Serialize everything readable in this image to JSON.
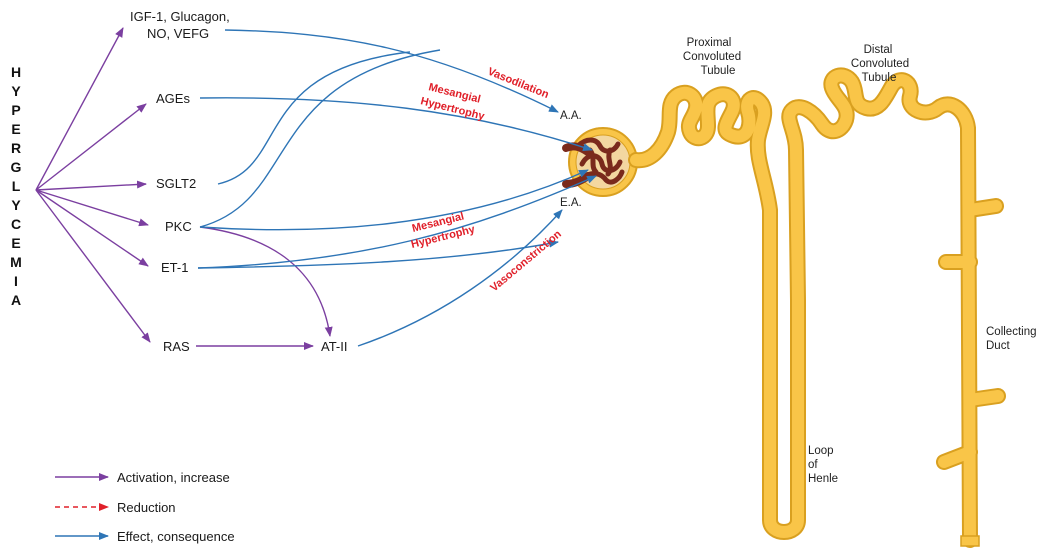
{
  "title_letters": [
    "H",
    "Y",
    "P",
    "E",
    "R",
    "G",
    "L",
    "Y",
    "C",
    "E",
    "M",
    "I",
    "A"
  ],
  "factors": {
    "igf_line1": "IGF-1, Glucagon,",
    "igf_line2": "NO, VEFG",
    "ages": "AGEs",
    "sglt2": "SGLT2",
    "pkc": "PKC",
    "et1": "ET-1",
    "ras": "RAS",
    "at2": "AT-II"
  },
  "effects": {
    "vasodilation": "Vasodilation",
    "mesangial_1_line1": "Mesangial",
    "mesangial_1_line2": "Hypertrophy",
    "mesangial_2_line1": "Mesangial",
    "mesangial_2_line2": "Hypertrophy",
    "vasoconstriction": "Vasoconstriction"
  },
  "nephron": {
    "aa": "A.A.",
    "ea": "E.A.",
    "proximal": [
      "Proximal",
      "Convoluted",
      "Tubule"
    ],
    "distal": [
      "Distal",
      "Convoluted",
      "Tubule"
    ],
    "collecting": [
      "Collecting",
      "Duct"
    ],
    "loop": [
      "Loop",
      "of",
      "Henle"
    ]
  },
  "legend": [
    {
      "label": "Activation, increase",
      "color": "#7b3fa0",
      "style": "solid"
    },
    {
      "label": "Reduction",
      "color": "#e0202a",
      "style": "dashed"
    },
    {
      "label": "Effect, consequence",
      "color": "#2e75b6",
      "style": "solid"
    }
  ],
  "colors": {
    "activation": "#7b3fa0",
    "effect": "#2e75b6",
    "reduction": "#e0202a",
    "tubule_fill": "#f9c548",
    "tubule_stroke": "#d9a020",
    "glomerulus": "#7a2a1c"
  }
}
